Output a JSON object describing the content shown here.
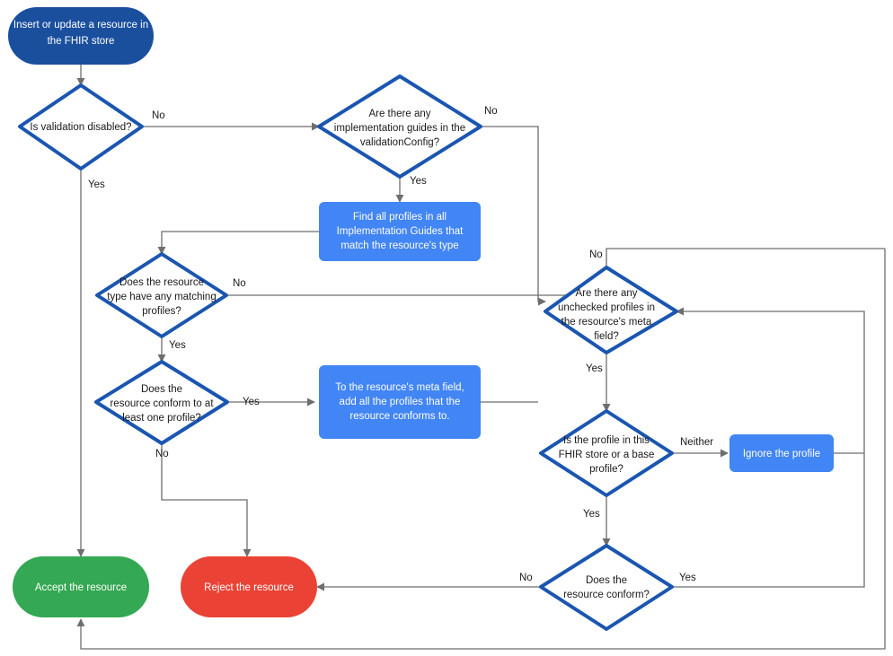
{
  "diagram": {
    "title": "FHIR store resource validation flow",
    "colors": {
      "start_fill": "#1A4F9E",
      "process_fill": "#4285F4",
      "accept_fill": "#34A853",
      "reject_fill": "#EA4335",
      "decision_stroke": "#1A56B0",
      "decision_fill": "#FFFFFF",
      "edge_stroke": "#6E6E6E",
      "text_dark": "#1A1A1A",
      "text_light": "#FFFFFF"
    },
    "nodes": {
      "start": {
        "id": "start",
        "type": "terminator",
        "lines": [
          "Insert or update a resource in",
          "the FHIR store"
        ],
        "fill": "#1A4F9E"
      },
      "validation_disabled": {
        "id": "validation-disabled",
        "type": "decision",
        "lines": [
          "Is validation disabled?"
        ]
      },
      "impl_guides": {
        "id": "implementation-guides",
        "type": "decision",
        "lines": [
          "Are there any",
          "implementation guides in the",
          "validationConfig?"
        ]
      },
      "find_profiles": {
        "id": "find-profiles",
        "type": "process",
        "lines": [
          "Find all profiles in all",
          "Implementation Guides that",
          "match the resource's type"
        ],
        "fill": "#4285F4"
      },
      "matching_profiles": {
        "id": "matching-profiles",
        "type": "decision",
        "lines": [
          "Does the resource",
          "type have any matching",
          "profiles?"
        ]
      },
      "conform_one": {
        "id": "conform-at-least-one",
        "type": "decision",
        "lines": [
          "Does the",
          "resource conform to at",
          "least one profile?"
        ]
      },
      "add_profiles": {
        "id": "add-profiles-to-meta",
        "type": "process",
        "lines": [
          "To the resource's meta field,",
          "add all the profiles that the",
          "resource conforms to."
        ],
        "fill": "#4285F4"
      },
      "unchecked_profiles": {
        "id": "unchecked-profiles",
        "type": "decision",
        "lines": [
          "Are there any",
          "unchecked profiles in",
          "the resource's meta",
          "field?"
        ]
      },
      "profile_location": {
        "id": "profile-in-store-or-base",
        "type": "decision",
        "lines": [
          "Is the profile in this",
          "FHIR store or a base",
          "profile?"
        ]
      },
      "ignore_profile": {
        "id": "ignore-profile",
        "type": "process",
        "lines": [
          "Ignore the profile"
        ],
        "fill": "#4285F4"
      },
      "resource_conform": {
        "id": "resource-conform",
        "type": "decision",
        "lines": [
          "Does the",
          "resource conform?"
        ]
      },
      "accept": {
        "id": "accept-resource",
        "type": "terminator",
        "lines": [
          "Accept the resource"
        ],
        "fill": "#34A853"
      },
      "reject": {
        "id": "reject-resource",
        "type": "terminator",
        "lines": [
          "Reject the resource"
        ],
        "fill": "#EA4335"
      }
    },
    "edge_labels": {
      "validation_no": "No",
      "validation_yes": "Yes",
      "impl_no": "No",
      "impl_yes": "Yes",
      "matching_no": "No",
      "matching_yes": "Yes",
      "conform_one_yes": "Yes",
      "conform_one_no": "No",
      "unchecked_no": "No",
      "unchecked_yes": "Yes",
      "profile_neither": "Neither",
      "profile_yes": "Yes",
      "conform_no": "No",
      "conform_yes": "Yes"
    }
  }
}
